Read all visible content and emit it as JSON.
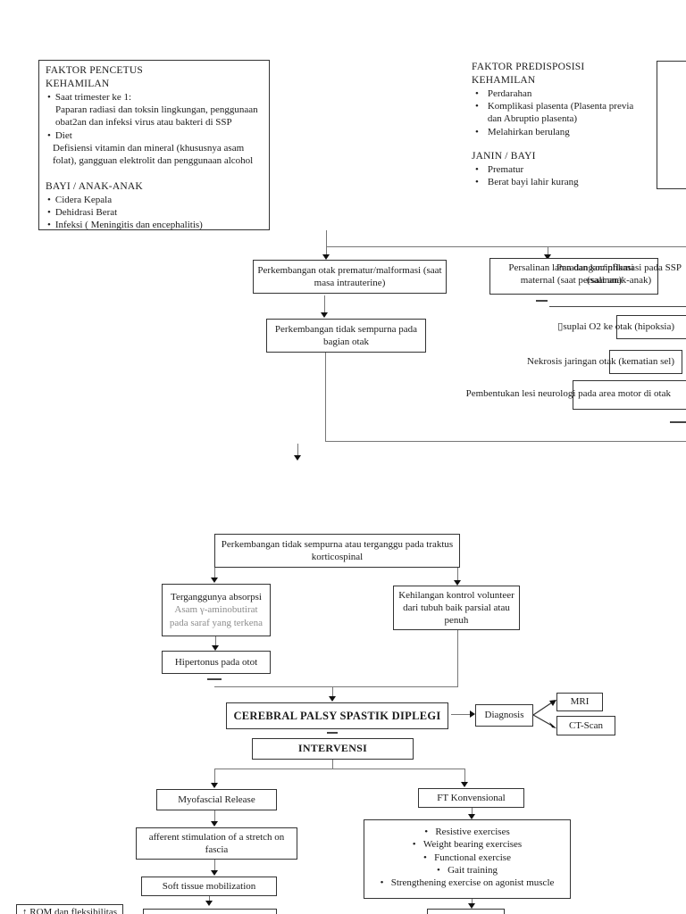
{
  "pencetus": {
    "title": "FAKTOR PENCETUS",
    "subtitle": "KEHAMILAN",
    "b1_head": "Saat trimester ke 1:",
    "b1_body": "Paparan radiasi dan toksin lingkungan,  penggunaan obat2an dan infeksi virus atau bakteri di SSP",
    "b2_head": "Diet",
    "b2_body": "Defisiensi vitamin dan mineral (khususnya asam folat), gangguan elektrolit dan penggunaan alcohol",
    "section2": "BAYI / ANAK-ANAK",
    "items": [
      "Cidera Kepala",
      "Dehidrasi Berat",
      "Infeksi ( Meningitis dan encephalitis)"
    ]
  },
  "predisposisi": {
    "title": "FAKTOR PREDISPOSISI",
    "subtitle": "KEHAMILAN",
    "items": [
      "Perdarahan",
      "Komplikasi plasenta (Plasenta previa dan Abruptio plasenta)",
      "Melahirkan berulang"
    ],
    "section2": "JANIN / BAYI",
    "items2": [
      "Prematur",
      "Berat bayi lahir kurang"
    ]
  },
  "flow": {
    "intrauterine": "Perkembangan otak prematur/malformasi (saat masa intrauterine)",
    "bagian_otak": "Perkembangan tidak sempurna pada bagian otak",
    "persalinan": "Persalinan lama dan komplikasi maternal (saat persalinan)",
    "peradangan": "Peradangan/inflamasi pada SSP (saat anak-anak)",
    "hipoksia": "▯suplai O2 ke otak (hipoksia)",
    "nekrosis": "Nekrosis jaringan otak (kematian sel)",
    "pembentukan": "Pembentukan lesi neurologi pada area motor di otak",
    "korticospinal": "Perkembangan tidak sempurna atau terganggu pada traktus korticospinal",
    "absorpsi_1": "Terganggunya absorpsi",
    "absorpsi_2": "Asam γ-aminobutirat",
    "absorpsi_3": "pada saraf yang terkena",
    "kehilangan": "Kehilangan kontrol volunteer dari tubuh baik parsial atau penuh",
    "hipertonus": "Hipertonus pada otot",
    "cerebral_palsy": "CEREBRAL PALSY SPASTIK DIPLEGI",
    "diagnosis": "Diagnosis",
    "mri": "MRI",
    "ctscan": "CT-Scan",
    "intervensi": "INTERVENSI"
  },
  "intervention": {
    "myofascial": "Myofascial Release",
    "afferent": "afferent stimulation of a stretch on fascia",
    "soft_tissue": "Soft tissue mobilization",
    "rom": "↑ ROM dan fleksibilitas",
    "ft": "FT Konvensional",
    "exercises": [
      "Resistive exercises",
      "Weight bearing exercises",
      "Functional exercise",
      "Gait training",
      "Strengthening exercise on agonist muscle"
    ]
  },
  "colors": {
    "border": "#333333",
    "line": "#777777",
    "gray_text": "#8c8c8c"
  }
}
